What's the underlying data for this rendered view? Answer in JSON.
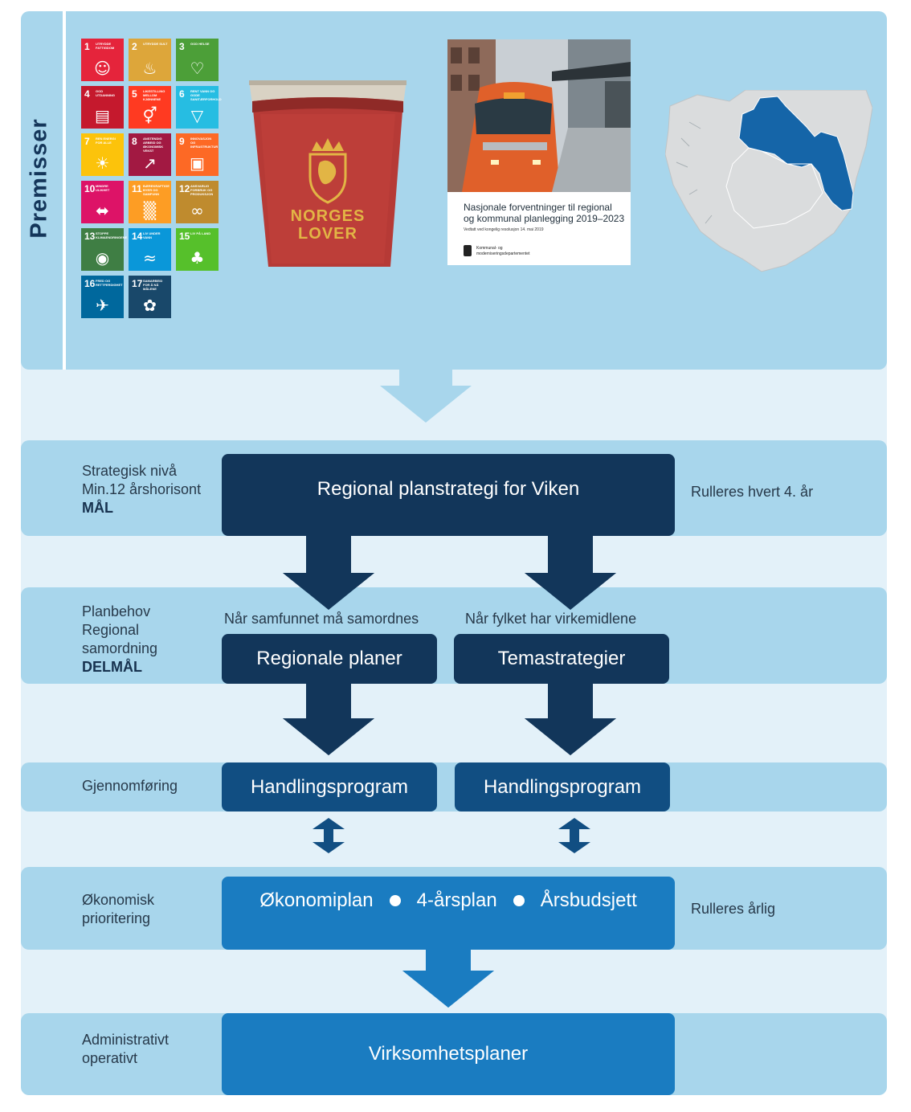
{
  "premisser": {
    "label": "Premisser",
    "sdg_tiles": [
      {
        "n": "1",
        "title": "UTRYDDE FATTIGDOM",
        "color": "#e5243b",
        "icon": "family-icon"
      },
      {
        "n": "2",
        "title": "UTRYDDE SULT",
        "color": "#dda63a",
        "icon": "bowl-icon"
      },
      {
        "n": "3",
        "title": "GOD HELSE",
        "color": "#4c9f38",
        "icon": "heartbeat-icon"
      },
      {
        "n": "4",
        "title": "GOD UTDANNING",
        "color": "#c5192d",
        "icon": "book-icon"
      },
      {
        "n": "5",
        "title": "LIKESTILLING MELLOM KJØNNENE",
        "color": "#ff3a21",
        "icon": "gender-icon"
      },
      {
        "n": "6",
        "title": "RENT VANN OG GODE SANITÆRFORHOLD",
        "color": "#26bde2",
        "icon": "water-icon"
      },
      {
        "n": "7",
        "title": "REN ENERGI FOR ALLE",
        "color": "#fcc30b",
        "icon": "sun-icon"
      },
      {
        "n": "8",
        "title": "ANSTENDIG ARBEID OG ØKONOMISK VEKST",
        "color": "#a21942",
        "icon": "growth-chart-icon"
      },
      {
        "n": "9",
        "title": "INNOVASJON OG INFRASTRUKTUR",
        "color": "#fd6925",
        "icon": "cubes-icon"
      },
      {
        "n": "10",
        "title": "MINDRE ULIKHET",
        "color": "#dd1367",
        "icon": "equality-icon"
      },
      {
        "n": "11",
        "title": "BÆREKRAFTIGE BYER OG SAMFUNN",
        "color": "#fd9d24",
        "icon": "city-icon"
      },
      {
        "n": "12",
        "title": "ANSVARLIG FORBRUK OG PRODUKSJON",
        "color": "#bf8b2e",
        "icon": "infinity-icon"
      },
      {
        "n": "13",
        "title": "STOPPE KLIMAENDRINGENE",
        "color": "#3f7e44",
        "icon": "eye-globe-icon"
      },
      {
        "n": "14",
        "title": "LIV UNDER VANN",
        "color": "#0a97d9",
        "icon": "fish-icon"
      },
      {
        "n": "15",
        "title": "LIV PÅ LAND",
        "color": "#56c02b",
        "icon": "tree-icon"
      },
      {
        "n": "16",
        "title": "FRED OG RETTFERDIGHET",
        "color": "#00689d",
        "icon": "dove-icon"
      },
      {
        "n": "17",
        "title": "SAMARBEID FOR Å NÅ MÅLENE",
        "color": "#19486a",
        "icon": "rings-icon"
      }
    ],
    "book_text": [
      "NORGES",
      "LOVER"
    ],
    "report": {
      "title_line1": "Nasjonale forventninger til regional",
      "title_line2": "og kommunal planlegging 2019–2023",
      "subtitle": "Vedtatt ved kongelig resolusjon 14. mai 2019",
      "ministry_line1": "Kommunal- og",
      "ministry_line2": "moderniseringsdepartementet"
    }
  },
  "colors": {
    "band": "#a8d6ec",
    "light_band": "#e3f1f9",
    "dark_box": "#12365a",
    "mid_box": "#114e82",
    "bright_box": "#1a7cc1",
    "map_highlight": "#1565a8"
  },
  "levels": {
    "strategic": {
      "side": [
        "Strategisk nivå",
        "Min.12 årshorisont",
        "MÅL"
      ],
      "box": "Regional planstrategi for Viken",
      "right": "Rulleres hvert 4. år"
    },
    "planning": {
      "side": [
        "Planbehov",
        "Regional",
        "samordning",
        "DELMÅL"
      ],
      "left_caption": "Når samfunnet må samordnes",
      "right_caption": "Når fylket har virkemidlene",
      "left_box": "Regionale planer",
      "right_box": "Temastrategier"
    },
    "execution": {
      "side": "Gjennomføring",
      "left_box": "Handlingsprogram",
      "right_box": "Handlingsprogram"
    },
    "economy": {
      "side": [
        "Økonomisk",
        "prioritering"
      ],
      "items": [
        "Økonomiplan",
        "4-årsplan",
        "Årsbudsjett"
      ],
      "right": "Rulleres årlig"
    },
    "admin": {
      "side": [
        "Administrativt",
        "operativt"
      ],
      "box": "Virksomhetsplaner"
    }
  }
}
